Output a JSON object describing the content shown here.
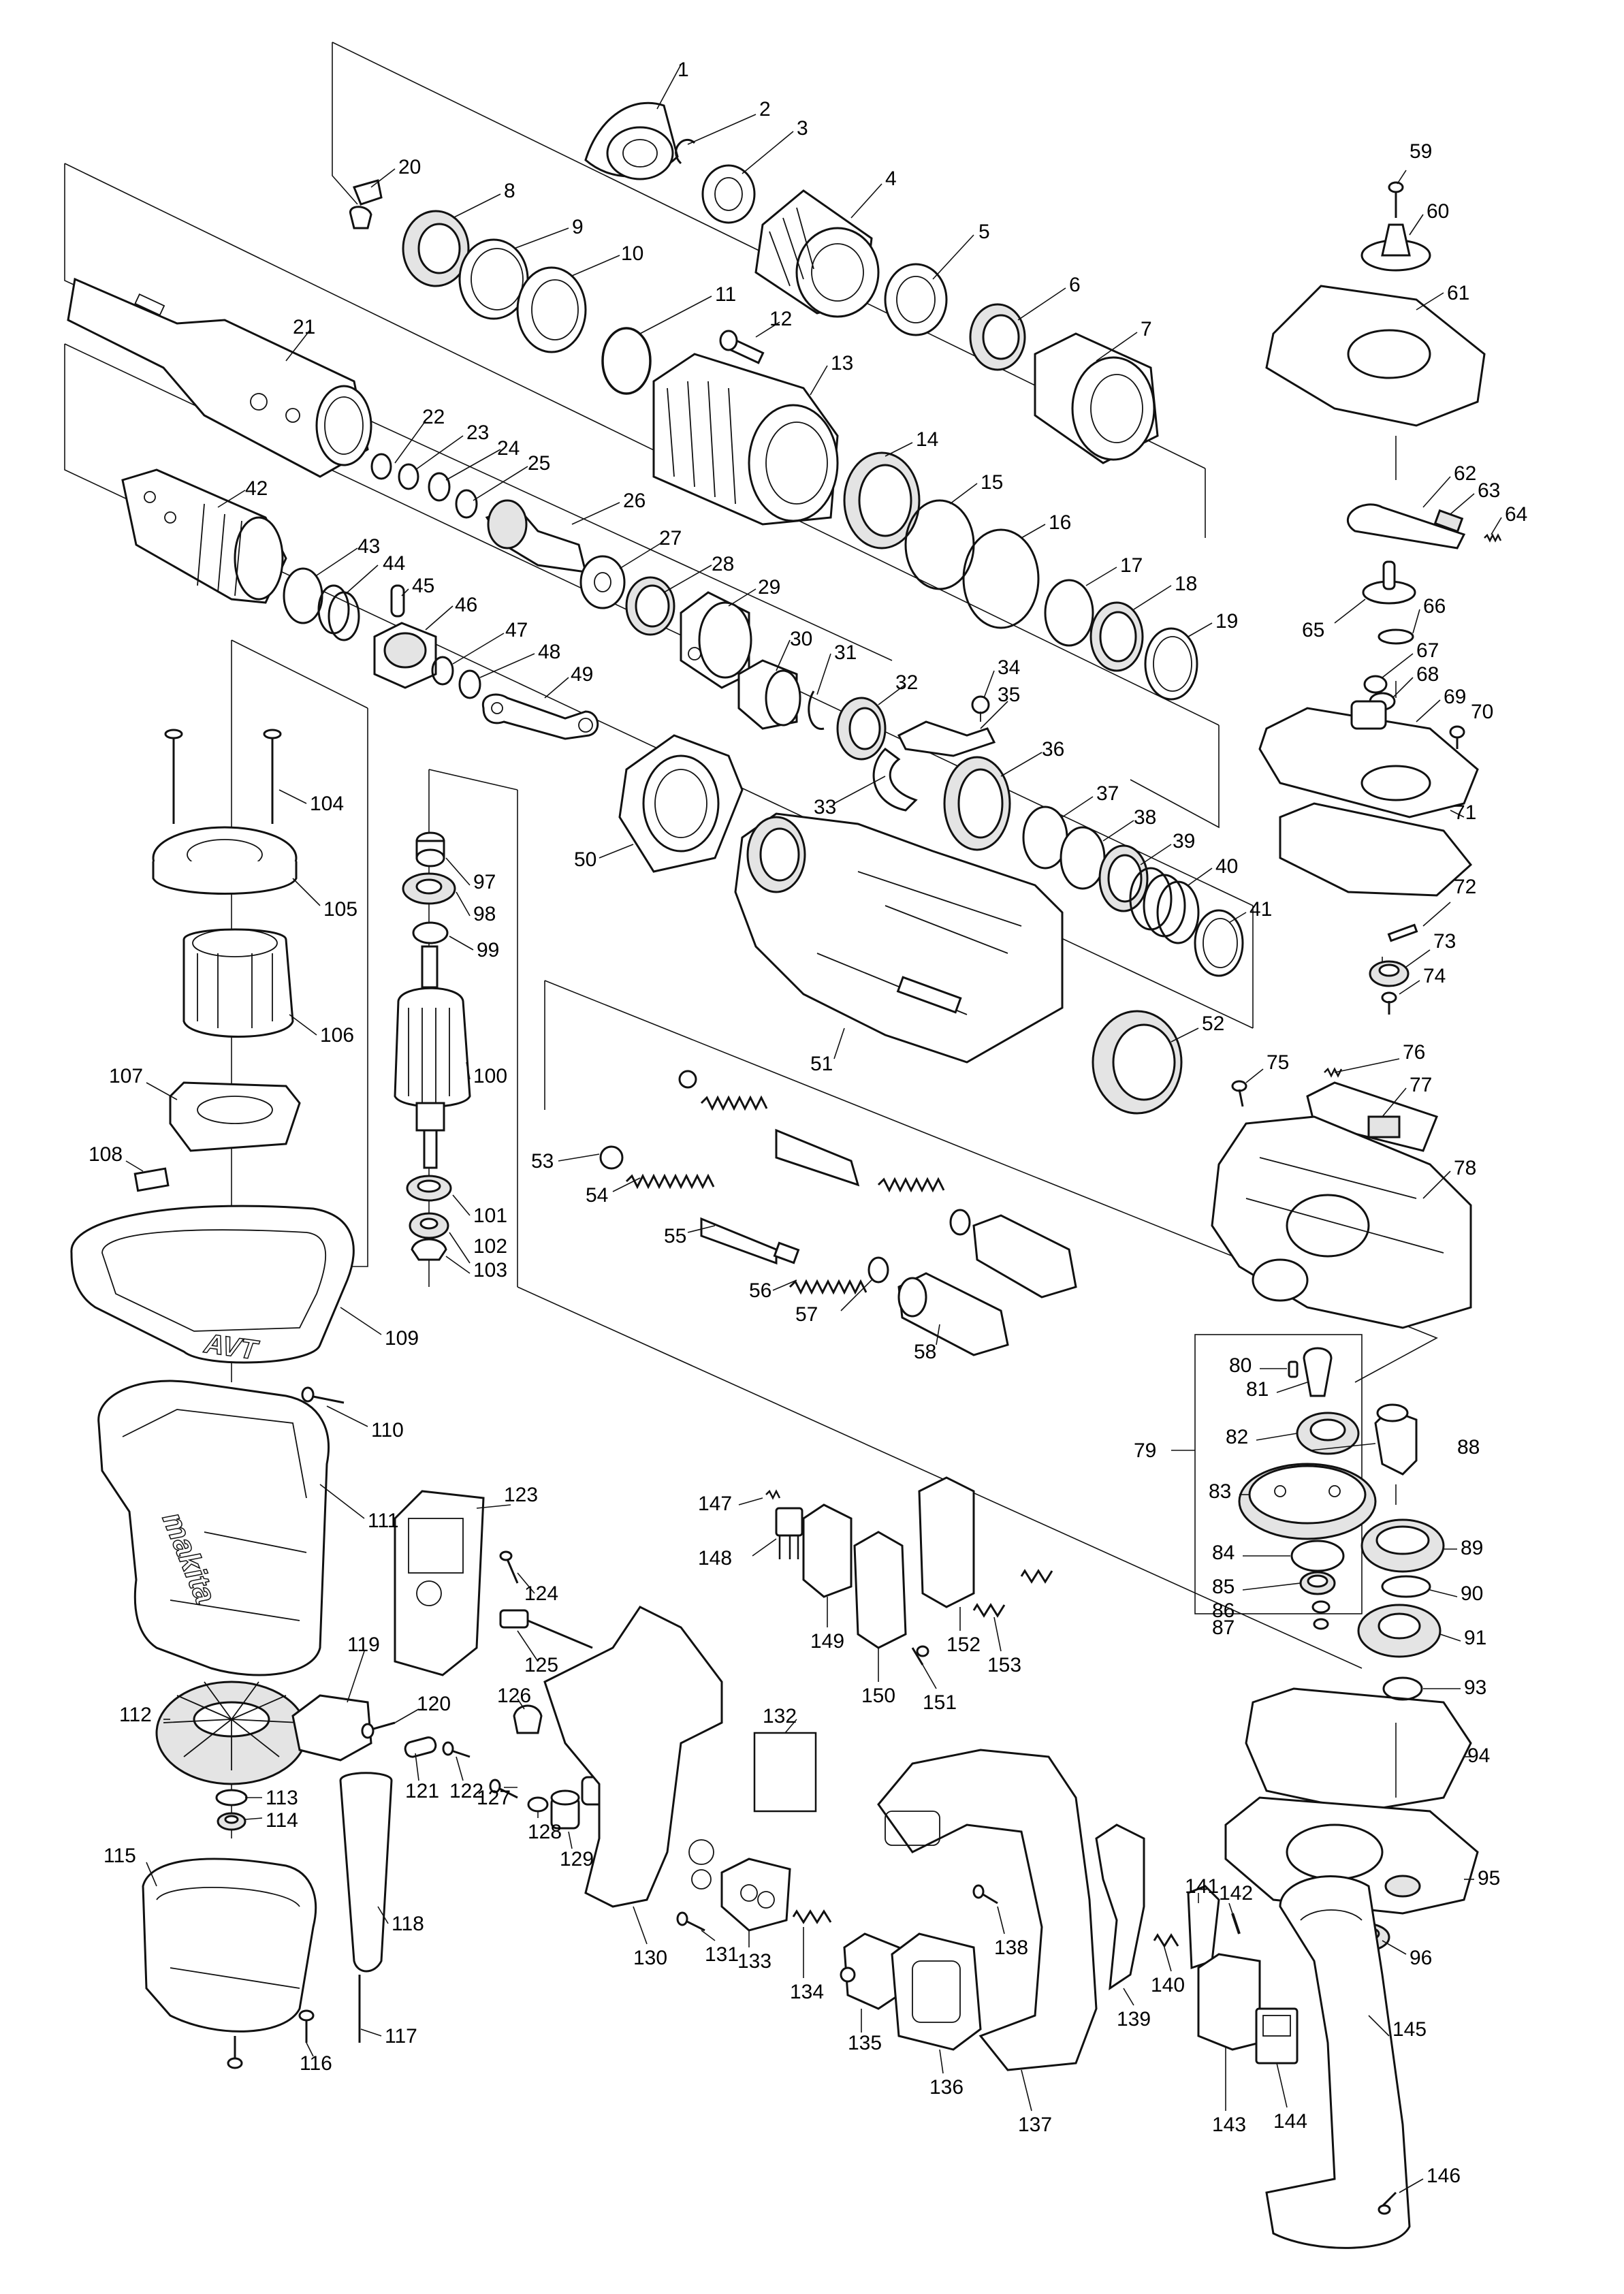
{
  "diagram": {
    "callouts": [
      "1",
      "2",
      "3",
      "4",
      "5",
      "6",
      "7",
      "8",
      "9",
      "10",
      "11",
      "12",
      "13",
      "14",
      "15",
      "16",
      "17",
      "18",
      "19",
      "20",
      "21",
      "22",
      "23",
      "24",
      "25",
      "26",
      "27",
      "28",
      "29",
      "30",
      "31",
      "32",
      "33",
      "34",
      "35",
      "36",
      "37",
      "38",
      "39",
      "40",
      "41",
      "42",
      "43",
      "44",
      "45",
      "46",
      "47",
      "48",
      "49",
      "50",
      "51",
      "52",
      "53",
      "54",
      "55",
      "56",
      "57",
      "58",
      "59",
      "60",
      "61",
      "62",
      "63",
      "64",
      "65",
      "66",
      "67",
      "68",
      "69",
      "70",
      "71",
      "72",
      "73",
      "74",
      "75",
      "76",
      "77",
      "78",
      "79",
      "80",
      "81",
      "82",
      "83",
      "84",
      "85",
      "86",
      "87",
      "88",
      "89",
      "90",
      "91",
      "93",
      "94",
      "95",
      "96",
      "97",
      "98",
      "99",
      "100",
      "101",
      "102",
      "103",
      "104",
      "105",
      "106",
      "107",
      "108",
      "109",
      "110",
      "111",
      "112",
      "113",
      "114",
      "115",
      "116",
      "117",
      "118",
      "119",
      "120",
      "121",
      "122",
      "123",
      "124",
      "125",
      "126",
      "127",
      "128",
      "129",
      "130",
      "131",
      "132",
      "133",
      "134",
      "135",
      "136",
      "137",
      "138",
      "139",
      "140",
      "141",
      "142",
      "143",
      "144",
      "145",
      "146",
      "147",
      "148",
      "149",
      "150",
      "151",
      "152",
      "153"
    ],
    "brand_marks": {
      "housing_logo": "makita",
      "cover_logo": "AVT"
    }
  }
}
